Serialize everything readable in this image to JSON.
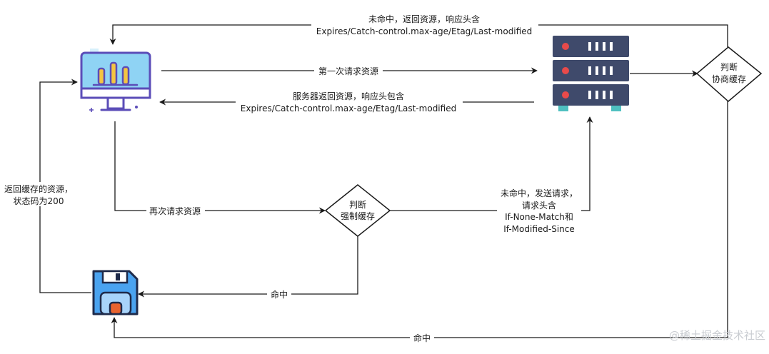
{
  "labels": {
    "top_miss_line1": "未命中，返回资源，响应头含",
    "top_miss_line2": "Expires/Catch-control.max-age/Etag/Last-modified",
    "first_request": "第一次请求资源",
    "server_return_line1": "服务器返回资源，响应头包含",
    "server_return_line2": "Expires/Catch-control.max-age/Etag/Last-modified",
    "return_cache_line1": "返回缓存的资源，",
    "return_cache_line2": "状态码为200",
    "second_request": "再次请求资源",
    "miss_send_line1": "未命中，发送请求，",
    "miss_send_line2": "请求头含",
    "miss_send_line3": "If-None-Match和",
    "miss_send_line4": "If-Modified-Since",
    "hit_strong": "命中",
    "hit_negotiate": "命中"
  },
  "nodes": {
    "negotiate_line1": "判断",
    "negotiate_line2": "协商缓存",
    "strong_line1": "判断",
    "strong_line2": "强制缓存"
  },
  "watermark": "@稀土掘金技术社区",
  "icons": {
    "client": "monitor-chart-icon",
    "server": "server-rack-icon",
    "cache": "floppy-disk-icon"
  },
  "colors": {
    "edge": "#1a1a1a",
    "monitor_screen": "#8fd3f4",
    "monitor_outline": "#5b4db8",
    "chart_bar": "#f5c542",
    "server_body": "#3f4a6b",
    "server_led": "#e84a4a",
    "server_stand": "#4fc0c0",
    "disk_body": "#4aa3f0",
    "disk_label": "#e8632f"
  }
}
